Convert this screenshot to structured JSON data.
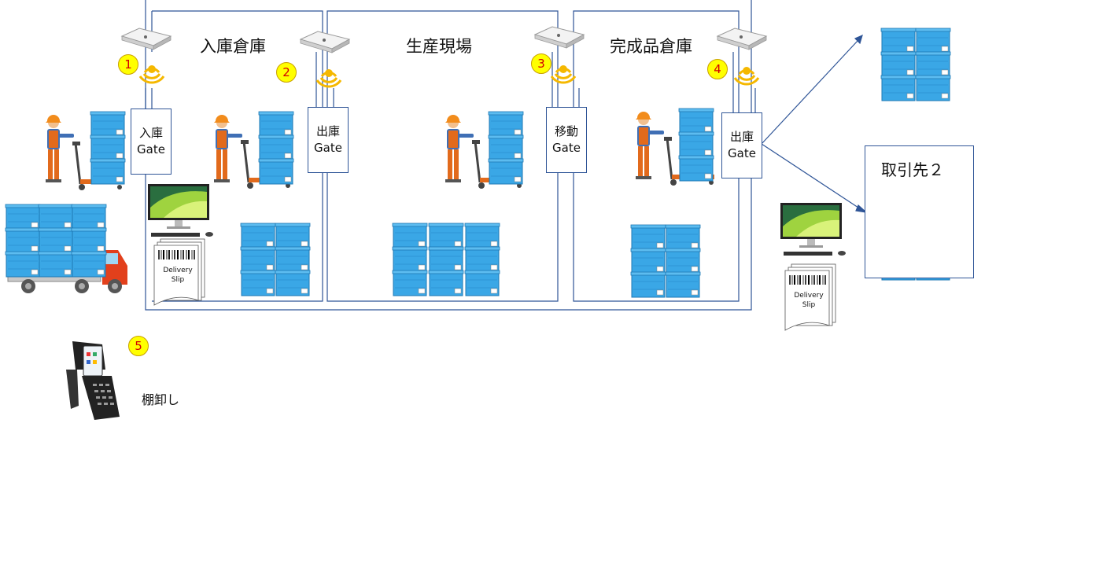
{
  "zones": {
    "receiving_title": "入庫倉庫",
    "production_title": "生産現場",
    "finished_title": "完成品倉庫"
  },
  "gates": {
    "g1": [
      "入庫",
      "Gate"
    ],
    "g2": [
      "出庫",
      "Gate"
    ],
    "g3": [
      "移動",
      "Gate"
    ],
    "g4": [
      "出庫",
      "Gate"
    ]
  },
  "badges": {
    "b1": "1",
    "b2": "2",
    "b3": "3",
    "b4": "4",
    "b5": "5"
  },
  "partner2": {
    "title": "取引先２"
  },
  "slip": {
    "line1": "Delivery",
    "line2": "Slip"
  },
  "handheld": {
    "label": "棚卸し"
  },
  "colors": {
    "box_blue": "#3aa7e6",
    "box_edge": "#1f78b4",
    "line_blue": "#2f5597",
    "signal": "#f5b800",
    "badge_fill": "#ffff00",
    "badge_text": "#d40000",
    "truck_red": "#e2401c",
    "worker_orange": "#e26a1c",
    "worker_shirt": "#3f6fb5"
  },
  "icons": [
    "rfid-reader-icon",
    "signal-icon",
    "worker-icon",
    "pallet-jack-icon",
    "container-box-icon",
    "truck-icon",
    "monitor-icon",
    "barcode-icon",
    "handheld-scanner-icon"
  ]
}
